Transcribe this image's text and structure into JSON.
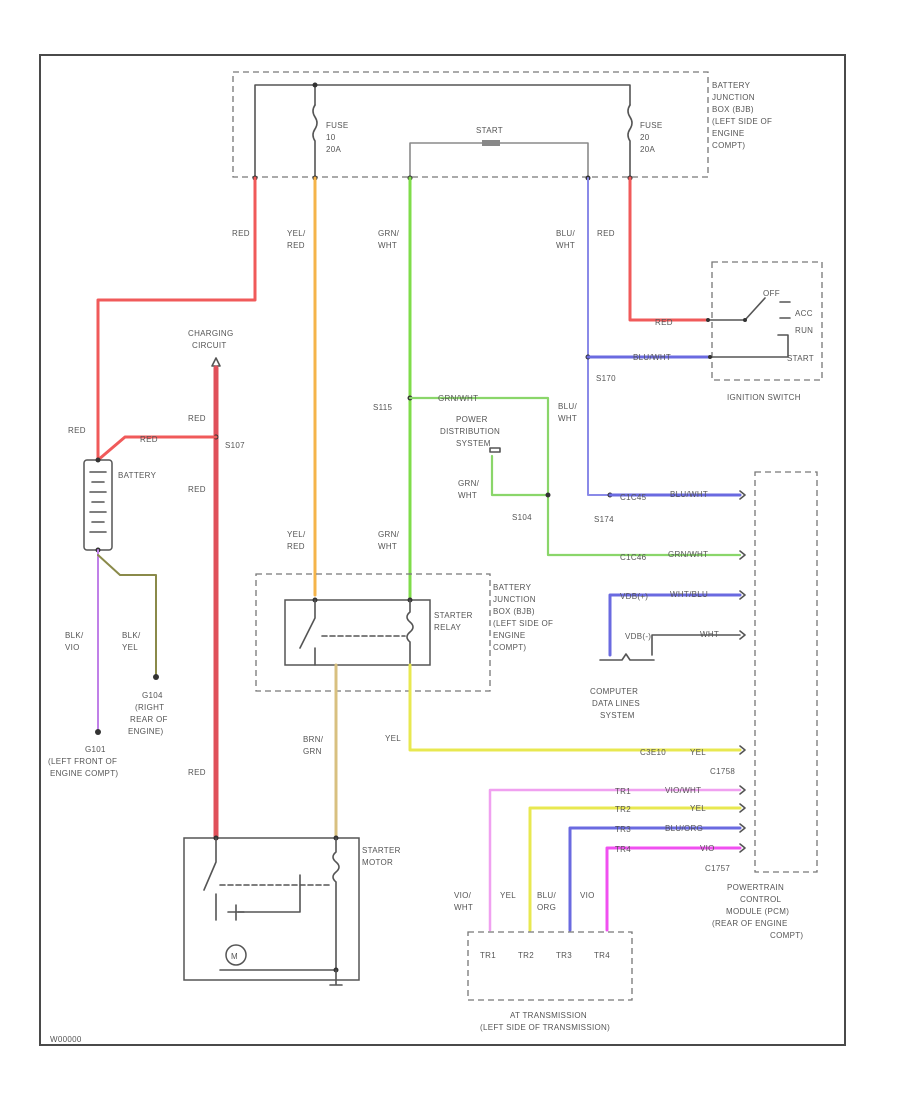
{
  "labels": {
    "bjb_top": "BATTERY JUNCTION BOX (BJB) (LEFT SIDE OF ENGINE COMPT)",
    "fuse_left": "FUSE 10 20A",
    "fuse_right": "FUSE 20 20A",
    "start": "START",
    "wire_red_1": "RED",
    "wire_yelred_1": "YEL/ RED",
    "wire_grnwht_1": "GRN/ WHT",
    "wire_bluwht_1": "BLU/ WHT",
    "wire_red_2": "RED",
    "wire_red_ign": "RED",
    "ignition_switch": "IGNITION SWITCH",
    "ign_off": "OFF",
    "ign_acc": "ACC",
    "ign_run": "RUN",
    "ign_start": "START",
    "wire_bluwht_ign": "BLU/WHT",
    "s170": "S170",
    "charging_circuit": "CHARGING CIRCUIT",
    "wire_red_batt": "RED",
    "wire_red_batt2": "RED",
    "wire_red_s107": "RED",
    "s107": "S107",
    "battery": "BATTERY",
    "wire_red_s107b": "RED",
    "s115": "S115",
    "wire_grnwht_h": "GRN/WHT",
    "power_distribution": "POWER DISTRIBUTION SYSTEM",
    "wire_bluwht_2": "BLU/ WHT",
    "wire_grnwht_pd": "GRN/ WHT",
    "s104": "S104",
    "s174": "S174",
    "pin_c1": "C1C45",
    "wire_bluwht_c1": "BLU/WHT",
    "pin_c2": "C1C46",
    "wire_grnwht_c2": "GRN/WHT",
    "wire_yelred_2": "YEL/ RED",
    "wire_grnwht_2": "GRN/ WHT",
    "bjb_mid": "BATTERY JUNCTION BOX (BJB) (LEFT SIDE OF ENGINE COMPT)",
    "starter_relay": "STARTER RELAY",
    "pin_vdb": "VDB(+)",
    "wire_wht_blu": "WHT/BLU",
    "pin_vdb2": "VDB(-)",
    "wire_wht": "WHT",
    "computer_data": "COMPUTER DATA LINES SYSTEM",
    "wire_blk_vio": "BLK/ VIO",
    "wire_blk_yel": "BLK/ YEL",
    "g104": "G104 (RIGHT REAR OF ENGINE)",
    "g101": "G101 (LEFT FRONT OF ENGINE COMPT)",
    "wire_yel": "YEL",
    "pin_c1e10": "C3E10",
    "wire_yel_c": "YEL",
    "c1758": "C1758",
    "wire_brngrn": "BRN/ GRN",
    "wire_red_sm": "RED",
    "starter_motor": "STARTER MOTOR",
    "pin_tr1": "TR1",
    "wire_vio_tr1": "VIO/WHT",
    "pin_tr2": "TR2",
    "wire_yel_tr2": "YEL",
    "pin_tr3": "TR3",
    "wire_blu_tr3": "BLU/ORG",
    "pin_tr4": "TR4",
    "wire_vio_tr4": "VIO",
    "c1757": "C1757",
    "pcm": "POWERTRAIN CONTROL MODULE (PCM) (REAR OF ENGINE COMPT)",
    "w_vio_wht": "VIO/ WHT",
    "w_yel": "YEL",
    "w_blu_org": "BLU/ ORG",
    "w_vio": "VIO",
    "tr1": "TR1",
    "tr2": "TR2",
    "tr3": "TR3",
    "tr4": "TR4",
    "transmission": "AT TRANSMISSION (LEFT SIDE OF TRANSMISSION)",
    "motor_m": "M",
    "code": "W00000"
  }
}
